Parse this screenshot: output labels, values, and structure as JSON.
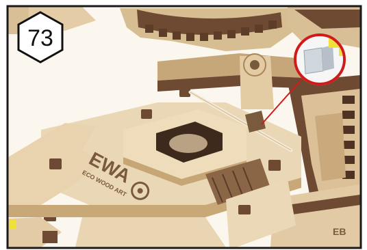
{
  "step": {
    "number": "73"
  },
  "engraving": {
    "brand": "EWA",
    "subtitle": "ECO WOOD ART",
    "model_mark": "EB"
  },
  "colors": {
    "wood_light": "#ead7b5",
    "wood_mid": "#d8bd92",
    "wood_dark": "#6e4a33",
    "callout": "#d11a1a",
    "pin_yellow": "#f2e03a",
    "frame": "#1a1a1a"
  },
  "icons": [
    "hexagon-badge-icon",
    "zoom-callout-icon"
  ]
}
